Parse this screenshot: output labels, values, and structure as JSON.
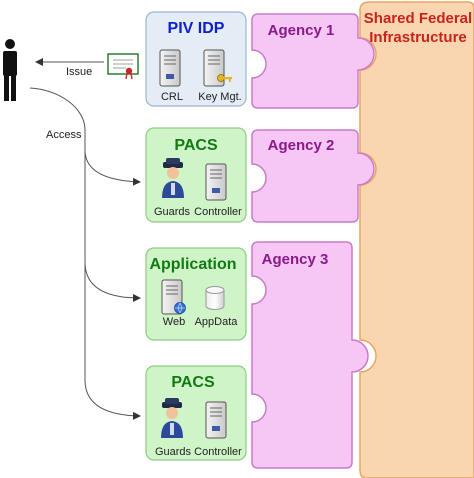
{
  "shared": {
    "title_line1": "Shared Federal",
    "title_line2": "Infrastructure"
  },
  "agencies": [
    {
      "label": "Agency 1"
    },
    {
      "label": "Agency 2"
    },
    {
      "label": "Agency 3"
    }
  ],
  "piv_idp": {
    "title": "PIV IDP",
    "items": [
      {
        "label": "CRL",
        "icon": "server-icon"
      },
      {
        "label": "Key Mgt.",
        "icon": "server-key-icon"
      }
    ]
  },
  "pacs_1": {
    "title": "PACS",
    "items": [
      {
        "label": "Guards",
        "icon": "guard-icon"
      },
      {
        "label": "Controller",
        "icon": "server-icon"
      }
    ]
  },
  "application": {
    "title": "Application",
    "items": [
      {
        "label": "Web",
        "icon": "web-server-icon"
      },
      {
        "label": "AppData",
        "icon": "database-icon"
      }
    ]
  },
  "pacs_2": {
    "title": "PACS",
    "items": [
      {
        "label": "Guards",
        "icon": "guard-icon"
      },
      {
        "label": "Controller",
        "icon": "server-icon"
      }
    ]
  },
  "person": {
    "icon": "person-icon"
  },
  "certificate": {
    "icon": "certificate-icon"
  },
  "edges": {
    "issue_label": "Issue",
    "access_label": "Access"
  },
  "colors": {
    "shared_fill": "#FAD6B0",
    "shared_stroke": "#E7A660",
    "shared_title": "#C8231E",
    "agency_fill": "#F6C6F4",
    "agency_stroke": "#C87CC8",
    "agency_title": "#8A1A8A",
    "idp_fill": "#E4ECF6",
    "idp_stroke": "#9FB3CC",
    "idp_title": "#1020C8",
    "group_fill": "#CFF4C8",
    "group_stroke": "#8FCC86",
    "group_title": "#127A12"
  }
}
